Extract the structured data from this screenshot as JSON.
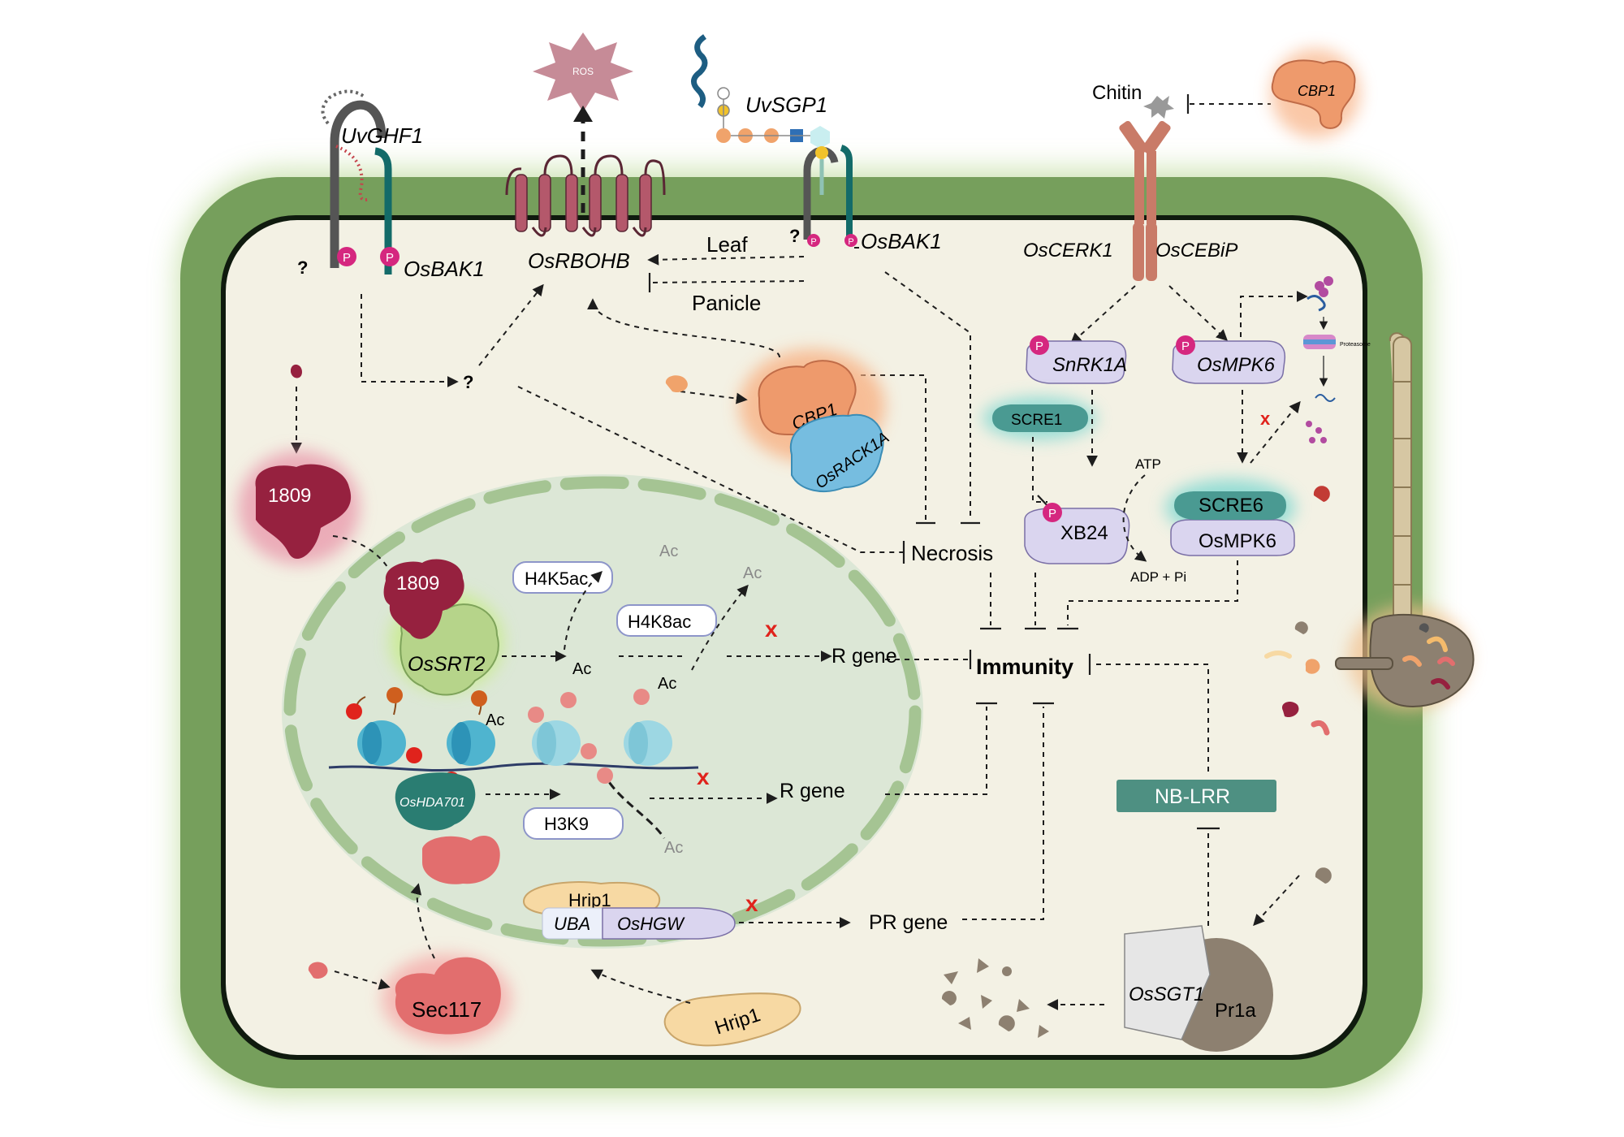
{
  "labels": {
    "ros": "ROS",
    "uvghf1": "UvGHF1",
    "uvsgp1": "UvSGP1",
    "osbak1_left": "OsBAK1",
    "osbak1_right": "OsBAK1",
    "osrbohb": "OsRBOHB",
    "leaf": "Leaf",
    "panicle": "Panicle",
    "chitin": "Chitin",
    "cbp1_outside": "CBP1",
    "oscerk1": "OsCERK1",
    "oscebip": "OsCEBiP",
    "snrk1a": "SnRK1A",
    "osmpk6_top": "OsMPK6",
    "scre1": "SCRE1",
    "scre6": "SCRE6",
    "osmpk6_bottom": "OsMPK6",
    "xb24": "XB24",
    "atp": "ATP",
    "adp": "ADP + Pi",
    "proteasome": "Proteasome",
    "cbp1_inside": "CBP1",
    "osrack1a": "OsRACK1A",
    "necrosis": "Necrosis",
    "immunity": "Immunity",
    "r_gene_top": "R gene",
    "r_gene_bottom": "R gene",
    "pr_gene": "PR gene",
    "nb_lrr": "NB-LRR",
    "effector_1809_out": "1809",
    "effector_1809_in": "1809",
    "ossrt2": "OsSRT2",
    "h4k5ac": "H4K5ac",
    "h4k8ac": "H4K8ac",
    "h3k9": "H3K9",
    "ac1": "Ac",
    "ac2": "Ac",
    "ac3": "Ac",
    "ac4": "Ac",
    "ac5": "Ac",
    "ac6": "Ac",
    "oshda701": "OsHDA701",
    "hrip1_in": "Hrip1",
    "uba": "UBA",
    "oshgw": "OsHGW",
    "hrip1_out": "Hrip1",
    "sec117": "Sec117",
    "ossgt1": "OsSGT1",
    "pr1a": "Pr1a",
    "q1": "?",
    "q2": "?",
    "q3": "?",
    "p": "P",
    "x": "x"
  },
  "colors": {
    "cell_wall": "#769f5c",
    "cytoplasm": "#f3f1e4",
    "nucleus": "#dce7d6",
    "nuclear_envelope": "#a5c493",
    "effector_1809": "#96213f",
    "cbp1": "#ee9a6c",
    "osrack1a": "#76bde0",
    "kinase_lilac": "#dad5ef",
    "scre_teal": "#4a9a92",
    "nb_lrr": "#4e9082",
    "sec117": "#e26e6e",
    "hrip1": "#f7d9a3",
    "ossrt2": "#b6d48a",
    "oshda701": "#2a7d72",
    "nucleosome": "#4fb4cf",
    "phospho_pink": "#d5277f",
    "x_red": "#e0231c",
    "receptor_brown": "#c97b68",
    "rbohb": "#b4586b",
    "ros": "#c68b97",
    "fungus": "#c7b58d"
  }
}
